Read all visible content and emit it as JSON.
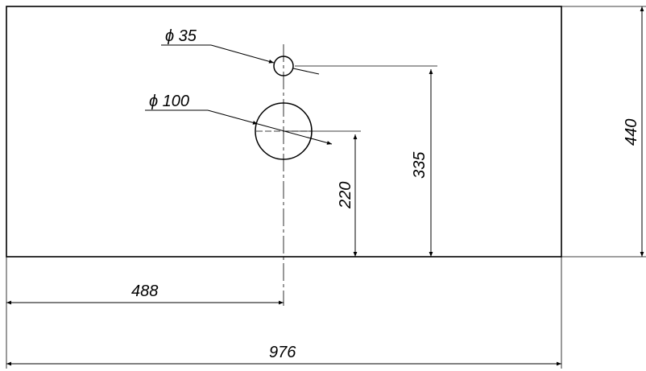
{
  "drawing": {
    "hole_small_label": "ϕ 35",
    "hole_large_label": "ϕ 100",
    "dim_total_width": "976",
    "dim_center_x": "488",
    "dim_depth": "440",
    "dim_small_hole_y": "335",
    "dim_large_hole_y": "220"
  },
  "colors": {
    "line": "#000000",
    "background": "#ffffff"
  }
}
